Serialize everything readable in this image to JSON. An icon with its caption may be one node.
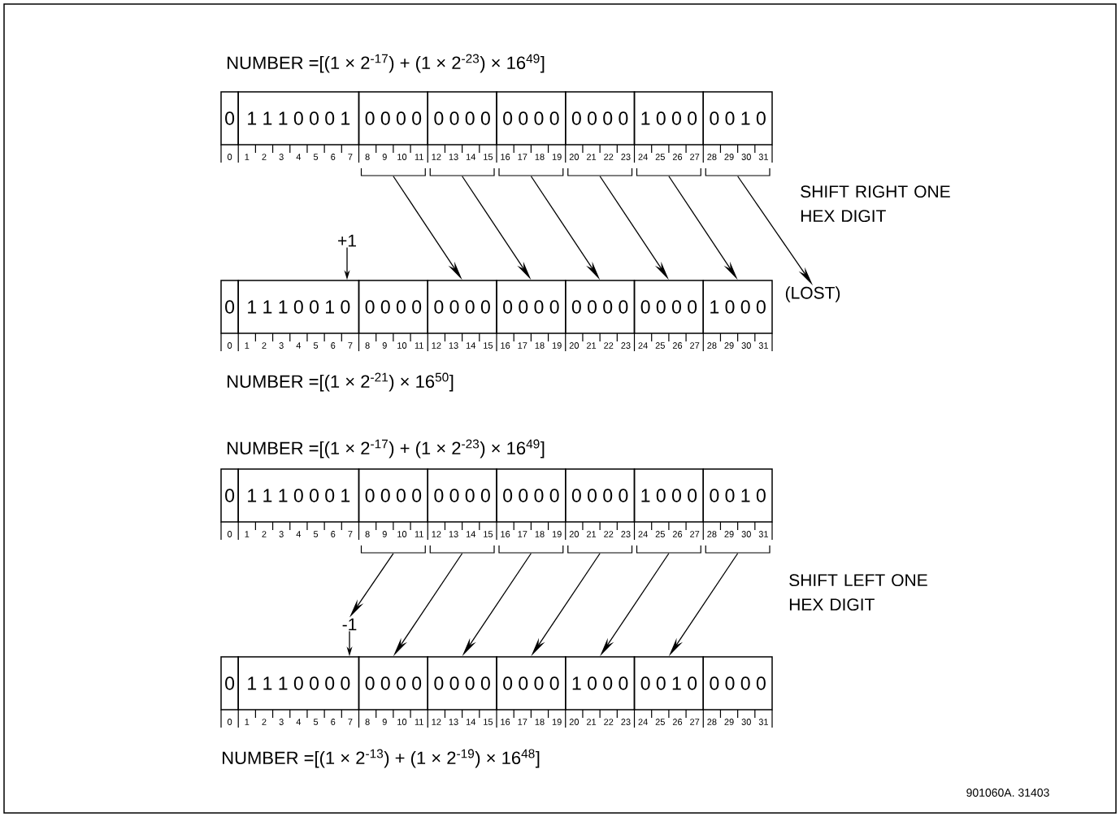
{
  "diagram": {
    "nodes": [
      {
        "text": [
          "0"
        ]
      },
      {
        "text": [
          "1 1 1 0 0 0 1"
        ]
      },
      {
        "text": [
          "0 0 0 0"
        ]
      },
      {
        "text": [
          "0 0 0 0"
        ]
      },
      {
        "text": [
          "0 0 0 0"
        ]
      },
      {
        "text": [
          "0 0 0 0"
        ]
      },
      {
        "text": [
          "1 0 0 0"
        ]
      },
      {
        "text": [
          "0 0 1 0"
        ]
      },
      {
        "text": [
          "+1"
        ]
      },
      {
        "text": [
          "0"
        ]
      },
      {
        "text": [
          "1 1 1 0 0 1 0"
        ]
      },
      {
        "text": [
          "0 0 0 0"
        ]
      },
      {
        "text": [
          "0 0 0 0"
        ]
      },
      {
        "text": [
          "0 0 0 0"
        ]
      },
      {
        "text": [
          "0 0 0 0"
        ]
      },
      {
        "text": [
          "0 0 0 0"
        ]
      },
      {
        "text": [
          "1 0 0 0"
        ]
      },
      {
        "text": [
          "(LOST)"
        ]
      },
      {
        "text": [
          "0"
        ]
      },
      {
        "text": [
          "1 1 1 0 0 0 1"
        ]
      },
      {
        "text": [
          "0 0 0 0"
        ]
      },
      {
        "text": [
          "0 0 0 0"
        ]
      },
      {
        "text": [
          "0 0 0 0"
        ]
      },
      {
        "text": [
          "0 0 0 0"
        ]
      },
      {
        "text": [
          "1 0 0 0"
        ]
      },
      {
        "text": [
          "0 0 1 0"
        ]
      },
      {
        "text": [
          "-1"
        ]
      },
      {
        "text": [
          "0"
        ]
      },
      {
        "text": [
          "1 1 1 0 0 0 0"
        ]
      },
      {
        "text": [
          "0 0 0 0"
        ]
      },
      {
        "text": [
          "0 0 0 0"
        ]
      },
      {
        "text": [
          "0 0 0 0"
        ]
      },
      {
        "text": [
          "1 0 0 0"
        ]
      },
      {
        "text": [
          "0 0 1 0"
        ]
      },
      {
        "text": [
          "0 0 0 0"
        ]
      }
    ],
    "edges": [
      {
        "from": 8,
        "to": 10,
        "arrow": "to"
      },
      {
        "from": 2,
        "to": 12,
        "arrow": "to"
      },
      {
        "from": 3,
        "to": 13,
        "arrow": "to"
      },
      {
        "from": 4,
        "to": 14,
        "arrow": "to"
      },
      {
        "from": 5,
        "to": 15,
        "arrow": "to"
      },
      {
        "from": 6,
        "to": 16,
        "arrow": "to"
      },
      {
        "from": 7,
        "to": 17,
        "arrow": "to"
      },
      {
        "from": 26,
        "to": 28,
        "arrow": "to"
      },
      {
        "from": 20,
        "to": 26,
        "arrow": "to"
      },
      {
        "from": 21,
        "to": 29,
        "arrow": "to"
      },
      {
        "from": 22,
        "to": 30,
        "arrow": "to"
      },
      {
        "from": 23,
        "to": 31,
        "arrow": "to"
      },
      {
        "from": 24,
        "to": 32,
        "arrow": "to"
      },
      {
        "from": 25,
        "to": 33,
        "arrow": "to"
      }
    ],
    "labels": [
      "NUMBER =[(1 × 2$^{-17}$) + (1 × 2$^{-23}$) × 16$^{49}$]",
      "0",
      "1",
      "2",
      "3",
      "4",
      "5",
      "6",
      "7",
      "8",
      "9",
      "10",
      "11",
      "12",
      "13",
      "14",
      "15",
      "16",
      "17",
      "18",
      "19",
      "20",
      "21",
      "22",
      "23",
      "24",
      "25",
      "26",
      "27",
      "28",
      "29",
      "30",
      "31",
      "SHIFT RIGHT ONE HEX DIGIT",
      "0",
      "1",
      "2",
      "3",
      "4",
      "5",
      "6",
      "7",
      "8",
      "9",
      "10",
      "11",
      "12",
      "13",
      "14",
      "15",
      "16",
      "17",
      "18",
      "19",
      "20",
      "21",
      "22",
      "23",
      "24",
      "25",
      "26",
      "27",
      "28",
      "29",
      "30",
      "31",
      "NUMBER =[(1 × 2$^{-21}$) × 16$^{50}$]",
      "NUMBER =[(1 × 2$^{-17}$) + (1 × 2$^{-23}$) × 16$^{49}$]",
      "0",
      "1",
      "2",
      "3",
      "4",
      "5",
      "6",
      "7",
      "8",
      "9",
      "10",
      "11",
      "12",
      "13",
      "14",
      "15",
      "16",
      "17",
      "18",
      "19",
      "20",
      "21",
      "22",
      "23",
      "24",
      "25",
      "26",
      "27",
      "28",
      "29",
      "30",
      "31",
      "SHIFT LEFT ONE HEX DIGIT",
      "0",
      "1",
      "2",
      "3",
      "4",
      "5",
      "6",
      "7",
      "8",
      "9",
      "10",
      "11",
      "12",
      "13",
      "14",
      "15",
      "16",
      "17",
      "18",
      "19",
      "20",
      "21",
      "22",
      "23",
      "24",
      "25",
      "26",
      "27",
      "28",
      "29",
      "30",
      "31",
      "NUMBER =[(1 × 2$^{-13}$) + (1 × 2$^{-19}$) × 16$^{48}$]",
      "901060A. 31403"
    ]
  }
}
